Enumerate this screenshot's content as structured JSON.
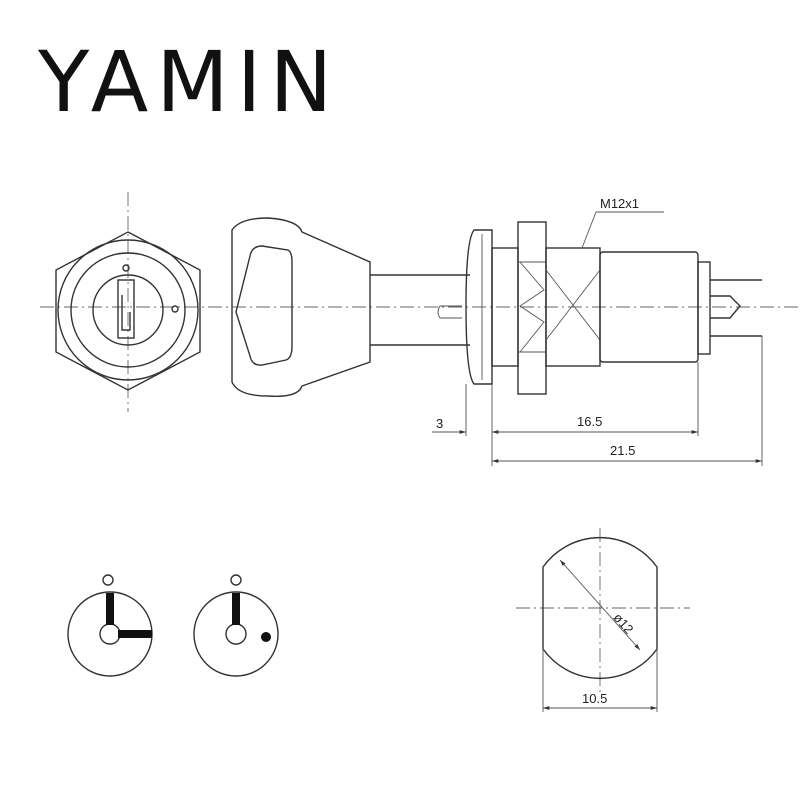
{
  "brand": {
    "name": "YAMIN"
  },
  "diagram": {
    "thread_label": "M12x1",
    "dim_flange": "3",
    "dim_body": "16.5",
    "dim_overall": "21.5",
    "dim_diameter": "ø12",
    "dim_flat_width": "10.5"
  }
}
